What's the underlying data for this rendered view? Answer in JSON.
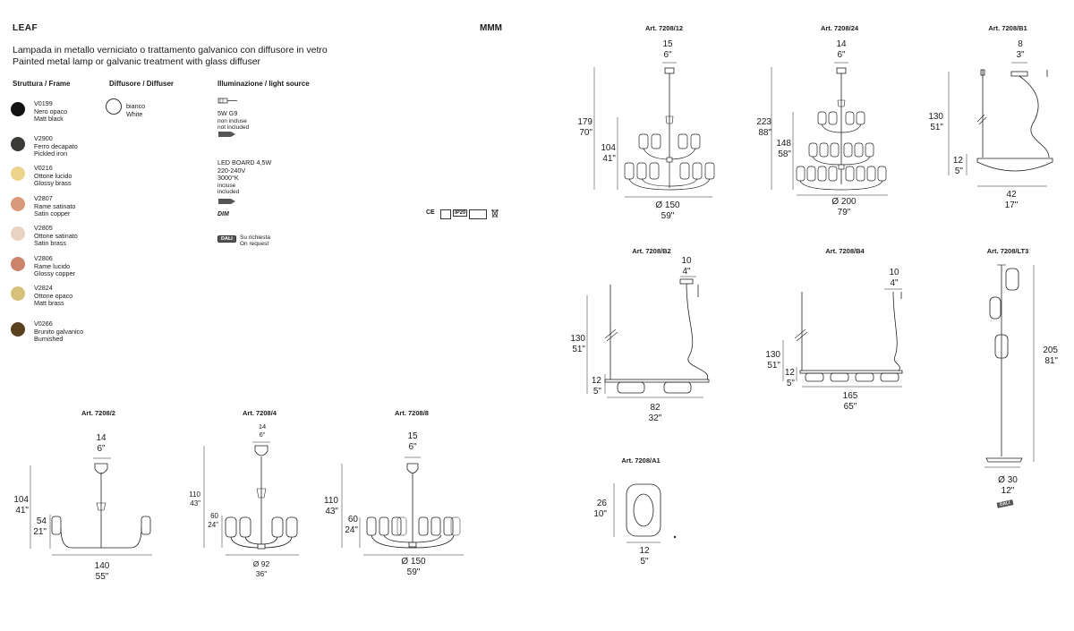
{
  "header": {
    "brand": "LEAF",
    "code": "MMM"
  },
  "description": {
    "it": "Lampada in metallo verniciato o trattamento galvanico con diffusore in vetro",
    "en": "Painted metal lamp or galvanic treatment with glass  diffuser"
  },
  "columns": {
    "frame": "Struttura / Frame",
    "diffuser": "Diffusore / Diffuser",
    "light": "Illuminazione / light source"
  },
  "finishes": [
    {
      "code": "V0199",
      "it": "Nero opaco",
      "en": "Matt black",
      "color": "#111111"
    },
    {
      "code": "V2900",
      "it": "Ferro decapato",
      "en": "Pickled iron",
      "color": "#3a3a36"
    },
    {
      "code": "V0216",
      "it": "Ottone lucido",
      "en": "Glossy brass",
      "color": "#ecd48a"
    },
    {
      "code": "V2807",
      "it": "Rame satinato",
      "en": "Satin copper",
      "color": "#d99a7c"
    },
    {
      "code": "V2805",
      "it": "Ottone satinato",
      "en": "Satin brass",
      "color": "#ead2c0"
    },
    {
      "code": "V2806",
      "it": "Rame lucido",
      "en": "Glossy copper",
      "color": "#c9846a"
    },
    {
      "code": "V2824",
      "it": "Ottone opaco",
      "en": "Matt brass",
      "color": "#d7c27c"
    },
    {
      "code": "V0266",
      "it": "Brunito galvanico",
      "en": "Burnished",
      "color": "#5a4120"
    }
  ],
  "diffuser": {
    "it": "bianco",
    "en": "White"
  },
  "light": {
    "g9": {
      "watt": "5W G9",
      "note1": "non incluse",
      "note2": "not included"
    },
    "led": {
      "name": "LED BOARD 4,5W",
      "volt": "220-240V",
      "temp": "3000°K",
      "note1": "incluse",
      "note2": "included"
    },
    "dim": "DIM",
    "dali": {
      "label": "DALI",
      "it": "Su richiesta",
      "en": "On request"
    }
  },
  "certs": [
    "CE",
    "IP20"
  ],
  "articles": {
    "a12": {
      "title": "Art. 7208/12",
      "d1": "15",
      "d1i": "6\"",
      "h1": "179",
      "h1i": "70\"",
      "h2": "104",
      "h2i": "41\"",
      "w": "Ø 150",
      "wi": "59\""
    },
    "a24": {
      "title": "Art. 7208/24",
      "d1": "14",
      "d1i": "6\"",
      "h1": "223",
      "h1i": "88\"",
      "h2": "148",
      "h2i": "58\"",
      "w": "Ø 200",
      "wi": "79\""
    },
    "b1": {
      "title": "Art. 7208/B1",
      "d1": "8",
      "d1i": "3\"",
      "h1": "130",
      "h1i": "51\"",
      "h2": "12",
      "h2i": "5\"",
      "w": "42",
      "wi": "17\""
    },
    "b2": {
      "title": "Art. 7208/B2",
      "d1": "10",
      "d1i": "4\"",
      "h1": "130",
      "h1i": "51\"",
      "h2": "12",
      "h2i": "5\"",
      "w": "82",
      "wi": "32\""
    },
    "b4": {
      "title": "Art. 7208/B4",
      "d1": "10",
      "d1i": "4\"",
      "h1": "130",
      "h1i": "51\"",
      "h2": "12",
      "h2i": "5\"",
      "w": "165",
      "wi": "65\""
    },
    "lt3": {
      "title": "Art. 7208/LT3",
      "h1": "205",
      "h1i": "81\"",
      "w": "Ø 30",
      "wi": "12\"",
      "dali": "DALI"
    },
    "a1": {
      "title": "Art. 7208/A1",
      "h1": "26",
      "h1i": "10\"",
      "w": "12",
      "wi": "5\""
    },
    "a2": {
      "title": "Art. 7208/2",
      "d1": "14",
      "d1i": "6\"",
      "h1": "104",
      "h1i": "41\"",
      "h2": "54",
      "h2i": "21\"",
      "w": "140",
      "wi": "55\""
    },
    "a4": {
      "title": "Art. 7208/4",
      "d1": "14",
      "d1i": "6\"",
      "h1": "110",
      "h1i": "43\"",
      "h2": "60",
      "h2i": "24\"",
      "w": "Ø 92",
      "wi": "36\""
    },
    "a8": {
      "title": "Art. 7208/8",
      "d1": "15",
      "d1i": "6\"",
      "h1": "110",
      "h1i": "43\"",
      "h2": "60",
      "h2i": "24\"",
      "w": "Ø 150",
      "wi": "59\""
    }
  }
}
